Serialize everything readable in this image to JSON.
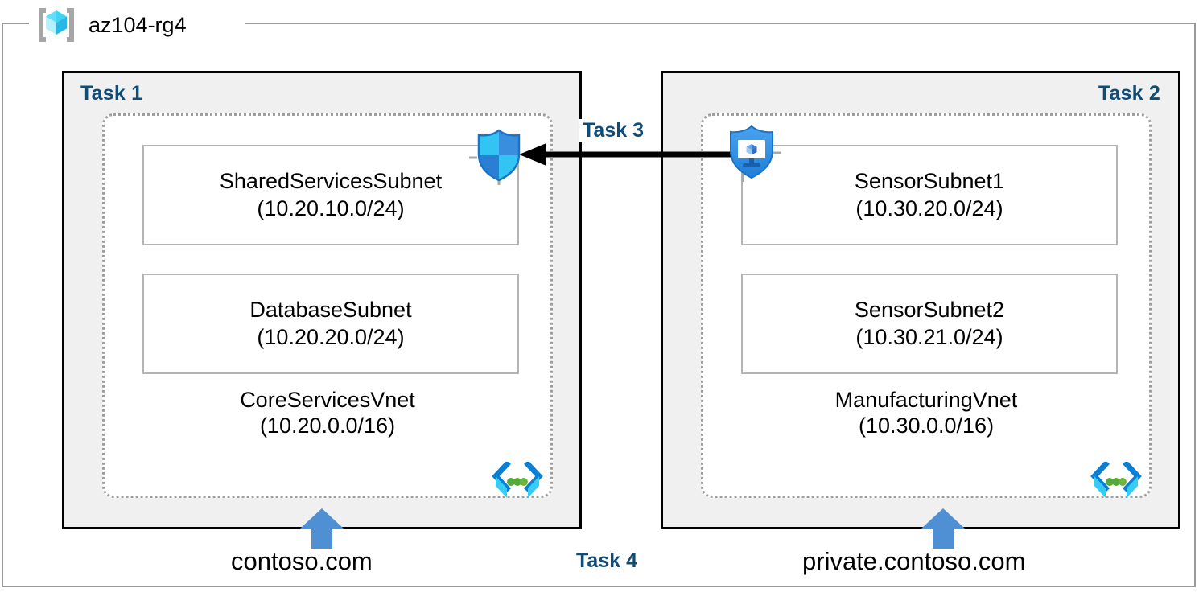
{
  "resource_group": {
    "name": "az104-rg4",
    "icon": "azure-resource-group-cube-icon"
  },
  "tasks": {
    "task1_label": "Task 1",
    "task2_label": "Task 2",
    "task3_label": "Task 3",
    "task4_label": "Task 4"
  },
  "left": {
    "task_label": "Task 1",
    "vnet": {
      "name": "CoreServicesVnet",
      "cidr": "(10.20.0.0/16)",
      "icon": "virtual-network-icon"
    },
    "subnets": [
      {
        "name": "SharedServicesSubnet",
        "cidr": "(10.20.10.0/24)"
      },
      {
        "name": "DatabaseSubnet",
        "cidr": "(10.20.20.0/24)"
      }
    ],
    "dns": {
      "zone": "contoso.com",
      "icon": "up-arrow-icon"
    }
  },
  "right": {
    "task_label": "Task 2",
    "vnet": {
      "name": "ManufacturingVnet",
      "cidr": "(10.30.0.0/16)",
      "icon": "virtual-network-icon"
    },
    "subnets": [
      {
        "name": "SensorSubnet1",
        "cidr": "(10.30.20.0/24)"
      },
      {
        "name": "SensorSubnet2",
        "cidr": "(10.30.21.0/24)"
      }
    ],
    "dns": {
      "zone": "private.contoso.com",
      "icon": "up-arrow-icon"
    }
  },
  "connection": {
    "label": "Task 3",
    "source_icon": "virtual-machine-shield-icon",
    "target_icon": "network-security-group-shield-icon",
    "direction": "right-to-left"
  },
  "colors": {
    "task_label": "#0f4c78",
    "task_box_fill": "#f0f0f0",
    "task_box_border": "#000000",
    "vnet_border": "#9e9e9e",
    "subnet_border": "#b4b4b4",
    "rg_frame_border": "#9a9a9a",
    "arrow_blue": "#4f90d4",
    "shield_cyan": "#32c5f4",
    "shield_blue": "#2a7fd4",
    "vnet_glyph_blue": "#0b7fd4",
    "vnet_glyph_cyan": "#35cdf5",
    "vnet_glyph_green": "#57a83a",
    "connector_arrow": "#000000",
    "page_background": "#ffffff"
  }
}
